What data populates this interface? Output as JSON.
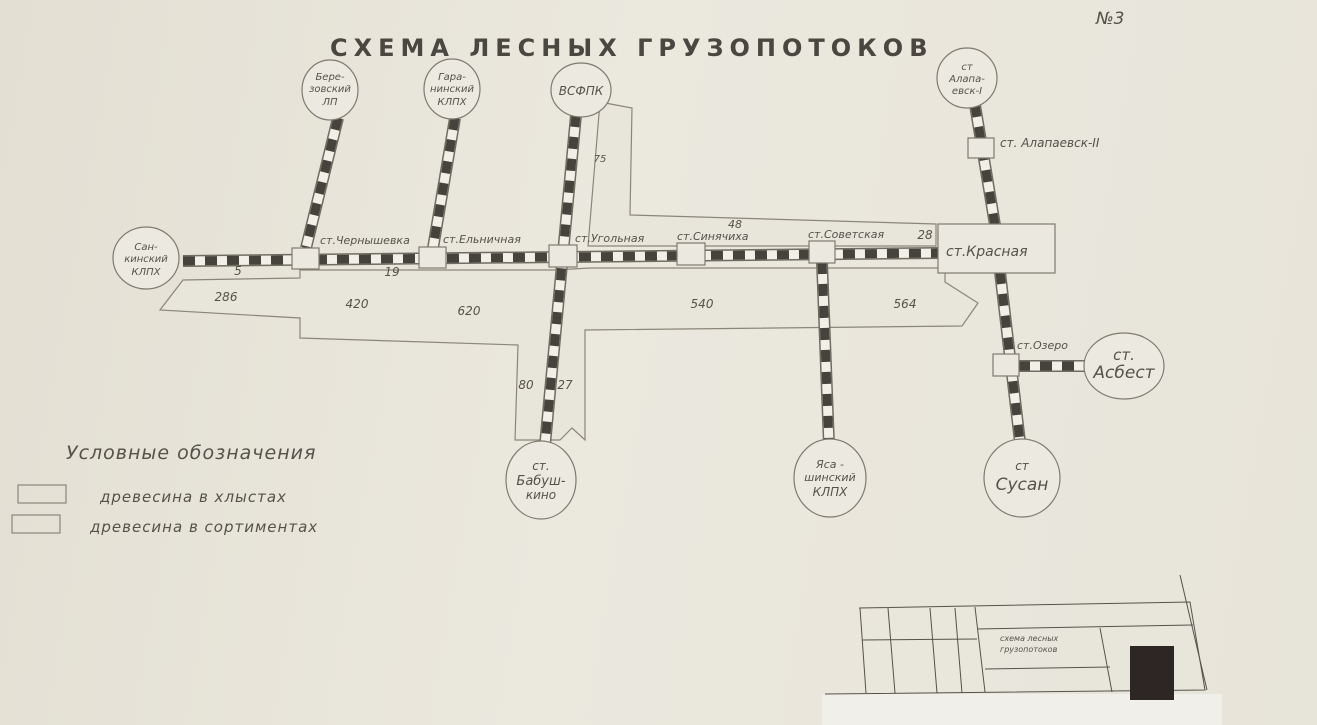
{
  "title": "СХЕМА ЛЕСНЫХ ГРУЗОПОТОКОВ",
  "sheet_number": "№3",
  "nodes": {
    "sankinsky": {
      "lines": [
        "Сан-",
        "кинский",
        "КЛПХ"
      ]
    },
    "berezovsky": {
      "lines": [
        "Бере-",
        "зовский",
        "ЛП"
      ]
    },
    "garaninsky": {
      "lines": [
        "Гара-",
        "нинский",
        "КЛПХ"
      ]
    },
    "vsfpk": {
      "lines": [
        "ВСФПК"
      ]
    },
    "alapaevsk1": {
      "lines": [
        "ст",
        "Алапа-",
        "евск-I"
      ]
    },
    "asbest": {
      "lines": [
        "ст.",
        "Асбест"
      ]
    },
    "babushkino": {
      "lines": [
        "ст.",
        "Бабуш-",
        "кино"
      ]
    },
    "yasashinsky": {
      "lines": [
        "Яса -",
        "шинский",
        "КЛПХ"
      ]
    },
    "susan": {
      "lines": [
        "ст",
        "Сусан"
      ]
    }
  },
  "stations": {
    "chernyshevka": "ст.Чернышевка",
    "elnichnaya": "ст.Ельничная",
    "ugolnaya": "ст.Угольная",
    "sinyachikha": "ст.Синячиха",
    "sovetskaya": "ст.Советская",
    "krasnaya": "ст.Красная",
    "alapaevsk2": "ст. Алапаевск-II",
    "ozero": "ст.Озеро"
  },
  "volumes": {
    "v5": "5",
    "v19": "19",
    "v286": "286",
    "v420": "420",
    "v620": "620",
    "v540": "540",
    "v564": "564",
    "v75": "75",
    "v48": "48",
    "v28": "28",
    "v80": "80",
    "v27": "27"
  },
  "legend": {
    "title": "Условные обозначения",
    "items": [
      "древесина в хлыстах",
      "древесина в сортиментах"
    ]
  },
  "title_block": {
    "drawing_name": [
      "схема лесных",
      "грузопотоков"
    ]
  }
}
